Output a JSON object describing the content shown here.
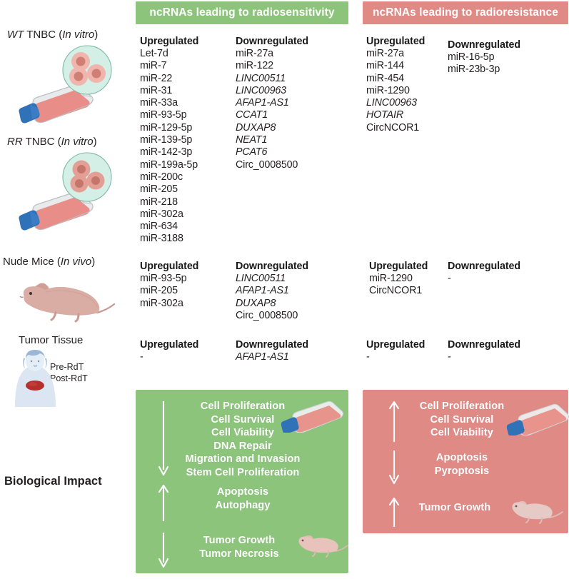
{
  "panels": {
    "sensitivity": {
      "header": "ncRNAs leading to radiosensitivity",
      "color": "#8cc47c"
    },
    "resistance": {
      "header": "ncRNAs leading to radioresistance",
      "color": "#e08a86"
    }
  },
  "labels": {
    "up": "Upregulated",
    "down": "Downregulated",
    "none": "-",
    "row_wt_prefix": "WT",
    "row_wt_mid": " TNBC (",
    "row_wt_italic": "In vitro",
    "row_wt_suffix": ")",
    "row_rr_prefix": "RR",
    "row_mice_prefix": "Nude Mice (",
    "row_mice_italic": "In vivo",
    "row_mice_suffix": ")",
    "row_tumor_tissue": "Tumor Tissue",
    "pre_rdt": "Pre-RdT",
    "post_rdt": "Post-RdT",
    "biological_impact": "Biological Impact"
  },
  "in_vitro": {
    "sensitivity_up": [
      "Let-7d",
      "miR-7",
      "miR-22",
      "miR-31",
      "miR-33a",
      "miR-93-5p",
      "miR-129-5p",
      "miR-139-5p",
      "miR-142-3p",
      "miR-199a-5p",
      "miR-200c",
      "miR-205",
      "miR-218",
      "miR-302a",
      "miR-634",
      "miR-3188"
    ],
    "sensitivity_down": [
      "miR-27a",
      "miR-122",
      "LINC00511",
      "LINC00963",
      "AFAP1-AS1",
      "CCAT1",
      "DUXAP8",
      "NEAT1",
      "PCAT6",
      "Circ_0008500"
    ],
    "sensitivity_down_italic": [
      false,
      false,
      true,
      true,
      true,
      true,
      true,
      true,
      true,
      false
    ],
    "resistance_up": [
      "miR-27a",
      "miR-144",
      "miR-454",
      "miR-1290",
      "LINC00963",
      "HOTAIR",
      "CircNCOR1"
    ],
    "resistance_up_italic": [
      false,
      false,
      false,
      false,
      true,
      true,
      false
    ],
    "resistance_down": [
      "miR-16-5p",
      "miR-23b-3p"
    ],
    "resistance_down_italic": [
      false,
      false
    ]
  },
  "in_vivo": {
    "sensitivity_up": [
      "miR-93-5p",
      "miR-205",
      "miR-302a"
    ],
    "sensitivity_down": [
      "LINC00511",
      "AFAP1-AS1",
      "DUXAP8",
      "Circ_0008500"
    ],
    "sensitivity_down_italic": [
      true,
      true,
      true,
      false
    ],
    "resistance_up": [
      "miR-1290",
      "CircNCOR1"
    ],
    "resistance_up_italic": [
      false,
      false
    ],
    "resistance_down": [
      "-"
    ],
    "resistance_down_italic": [
      false
    ]
  },
  "tumor_tissue": {
    "sensitivity_up": [
      "-"
    ],
    "sensitivity_down": [
      "AFAP1-AS1"
    ],
    "sensitivity_down_italic": [
      true
    ],
    "resistance_up": [
      "-"
    ],
    "resistance_down": [
      "-"
    ]
  },
  "impact": {
    "sensitivity": {
      "group1_direction": "down",
      "group1": [
        "Cell Proliferation",
        "Cell Survival",
        "Cell Viability",
        "DNA Repair",
        "Migration and Invasion",
        "Stem Cell Proliferation"
      ],
      "group2_direction": "up",
      "group2": [
        "Apoptosis",
        "Autophagy"
      ],
      "group3_direction": "down",
      "group3": [
        "Tumor Growth",
        "Tumor Necrosis"
      ]
    },
    "resistance": {
      "group1_direction": "up",
      "group1": [
        "Cell Proliferation",
        "Cell Survival",
        "Cell Viability"
      ],
      "group2_direction": "down",
      "group2": [
        "Apoptosis",
        "Pyroptosis"
      ],
      "group3_direction": "up",
      "group3": [
        "Tumor Growth"
      ]
    }
  }
}
